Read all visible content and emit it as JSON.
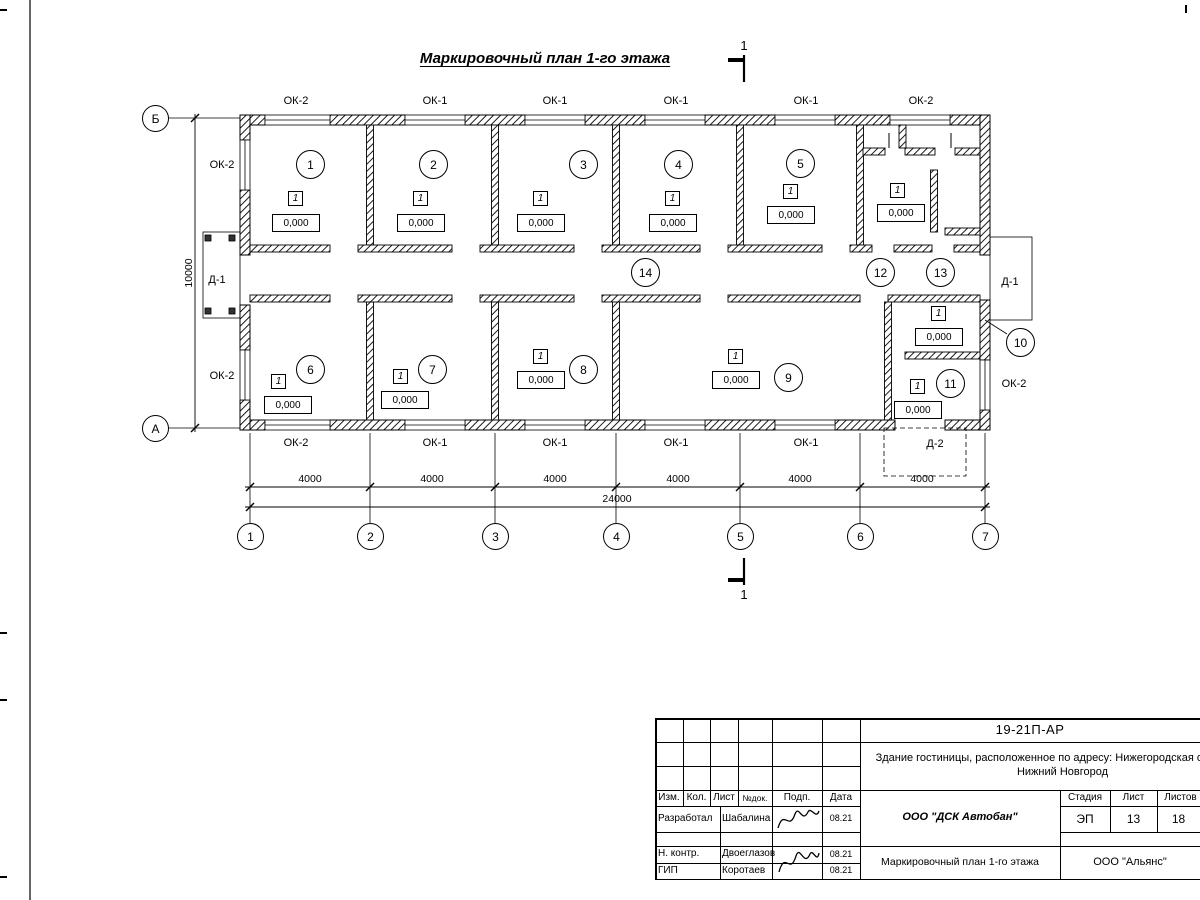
{
  "sheet": {
    "title": "Маркировочный план 1-го этажа"
  },
  "plan": {
    "rooms": [
      "1",
      "2",
      "3",
      "4",
      "5",
      "6",
      "7",
      "8",
      "9",
      "10",
      "11",
      "12",
      "13",
      "14"
    ],
    "windows_top": [
      "ОК-2",
      "ОК-1",
      "ОК-1",
      "ОК-1",
      "ОК-1",
      "ОК-2"
    ],
    "windows_bottom": [
      "ОК-2",
      "ОК-1",
      "ОК-1",
      "ОК-1",
      "ОК-1"
    ],
    "windows_left": [
      "ОК-2",
      "ОК-2"
    ],
    "windows_right": [
      "ОК-2"
    ],
    "doors": {
      "left": "Д-1",
      "right": "Д-1",
      "bottom": "Д-2"
    },
    "elevation_mark": "0,000",
    "elevation_index": "1",
    "section_mark": "1"
  },
  "axes": {
    "vertical": [
      "1",
      "2",
      "3",
      "4",
      "5",
      "6",
      "7"
    ],
    "horizontal": [
      "Б",
      "А"
    ]
  },
  "dimensions": {
    "segments": [
      "4000",
      "4000",
      "4000",
      "4000",
      "4000",
      "4000"
    ],
    "total_width": "24000",
    "total_height": "10000"
  },
  "title_block": {
    "doc_number": "19-21П-АР",
    "project_title": "Здание гостиницы, расположенное по адресу: Нижегородская область, г. Нижний Новгород",
    "columns": [
      "Изм.",
      "Кол.",
      "Лист",
      "№док.",
      "Подп.",
      "Дата"
    ],
    "rows": [
      {
        "role": "Разработал",
        "name": "Шабалина",
        "date": "08.21"
      },
      {
        "role": "Н. контр.",
        "name": "Двоеглазов",
        "date": "08.21"
      },
      {
        "role": "ГИП",
        "name": "Коротаев",
        "date": "08.21"
      }
    ],
    "company": "ООО \"ДСК Автобан\"",
    "stage_columns": [
      "Стадия",
      "Лист",
      "Листов"
    ],
    "stage": "ЭП",
    "sheet_num": "13",
    "sheet_total": "18",
    "drawing_title": "Маркировочный план 1-го этажа",
    "org": "ООО \"Альянс\""
  }
}
